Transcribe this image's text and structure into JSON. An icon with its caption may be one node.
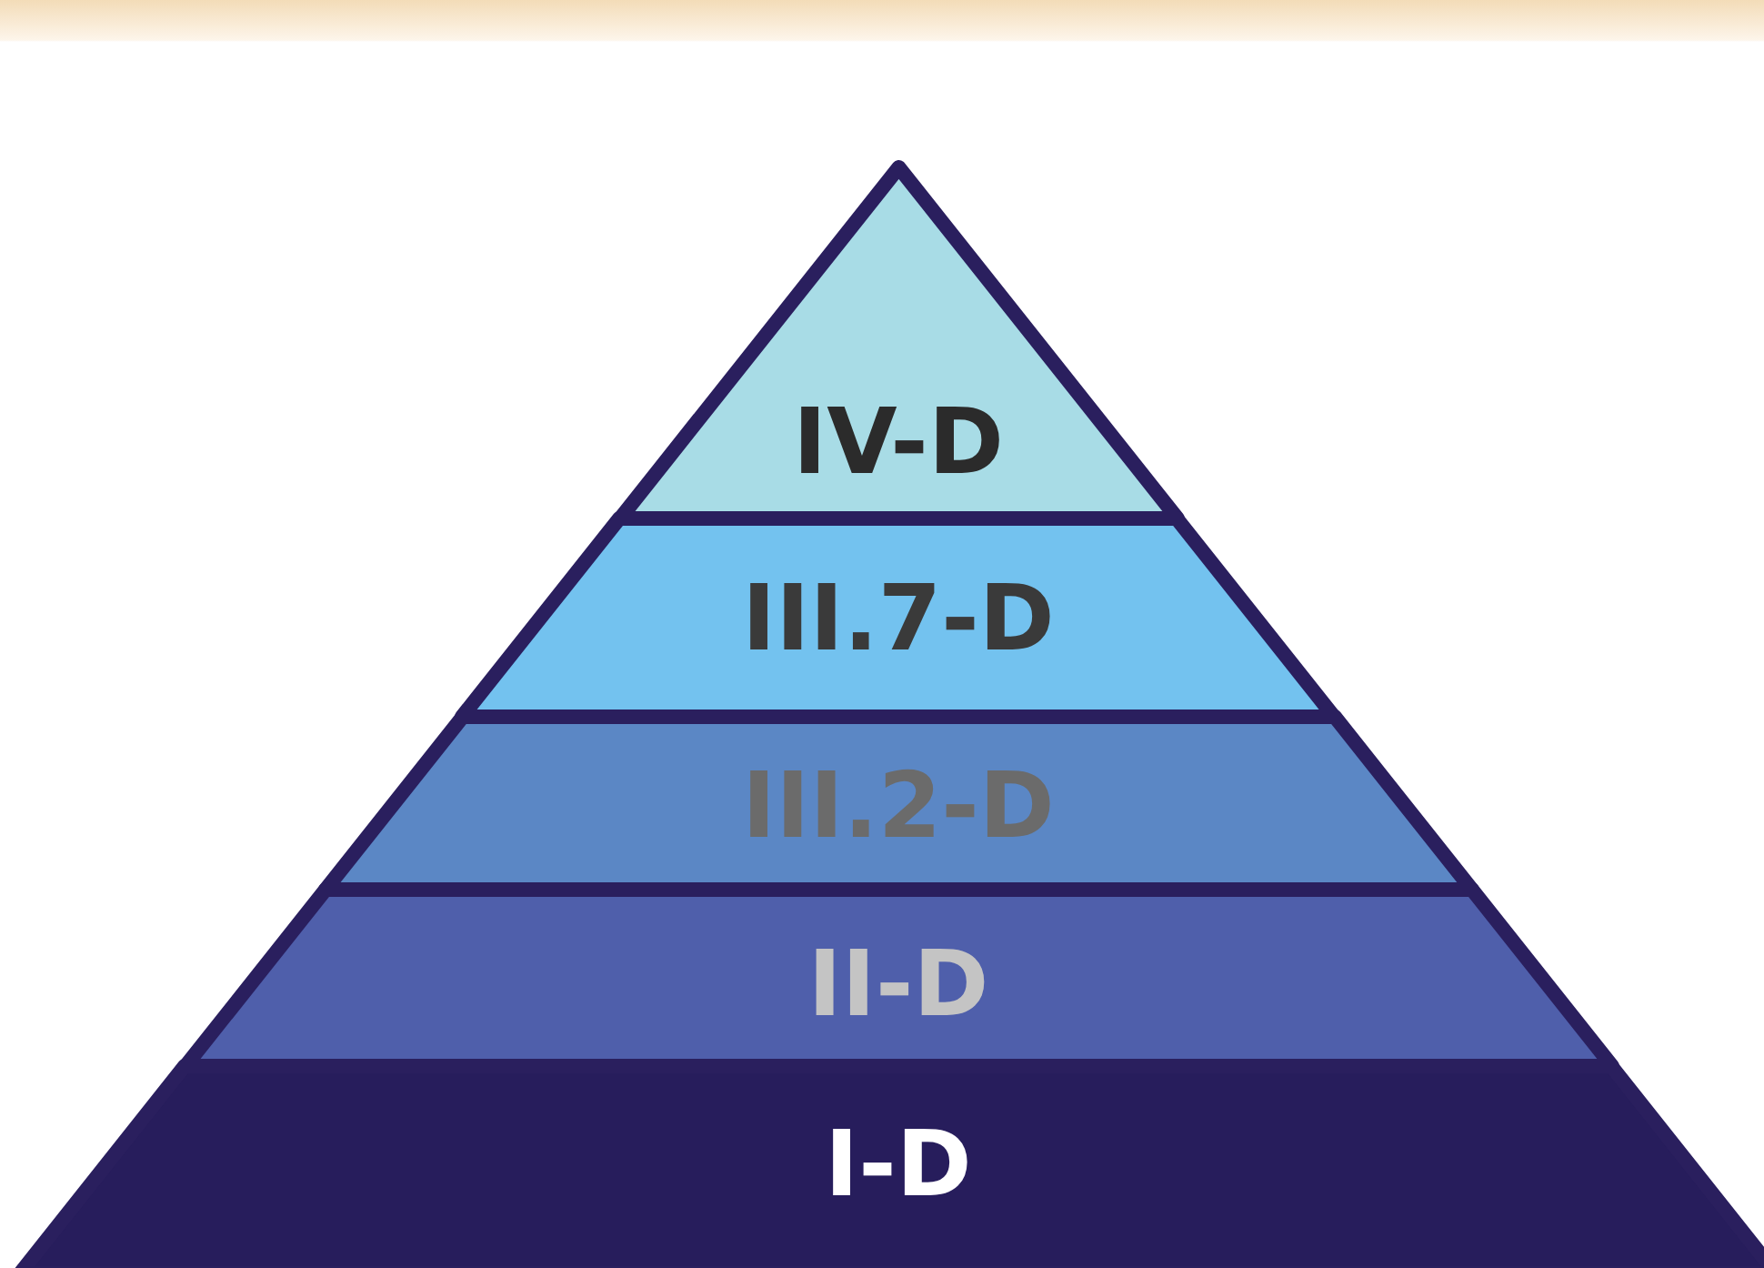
{
  "diagram": {
    "nodes": [
      {
        "text": [
          "IV-D"
        ]
      },
      {
        "text": [
          "III.7-D"
        ]
      },
      {
        "text": [
          "III.2-D"
        ]
      },
      {
        "text": [
          "II-D"
        ]
      },
      {
        "text": [
          "I-D"
        ]
      }
    ]
  }
}
